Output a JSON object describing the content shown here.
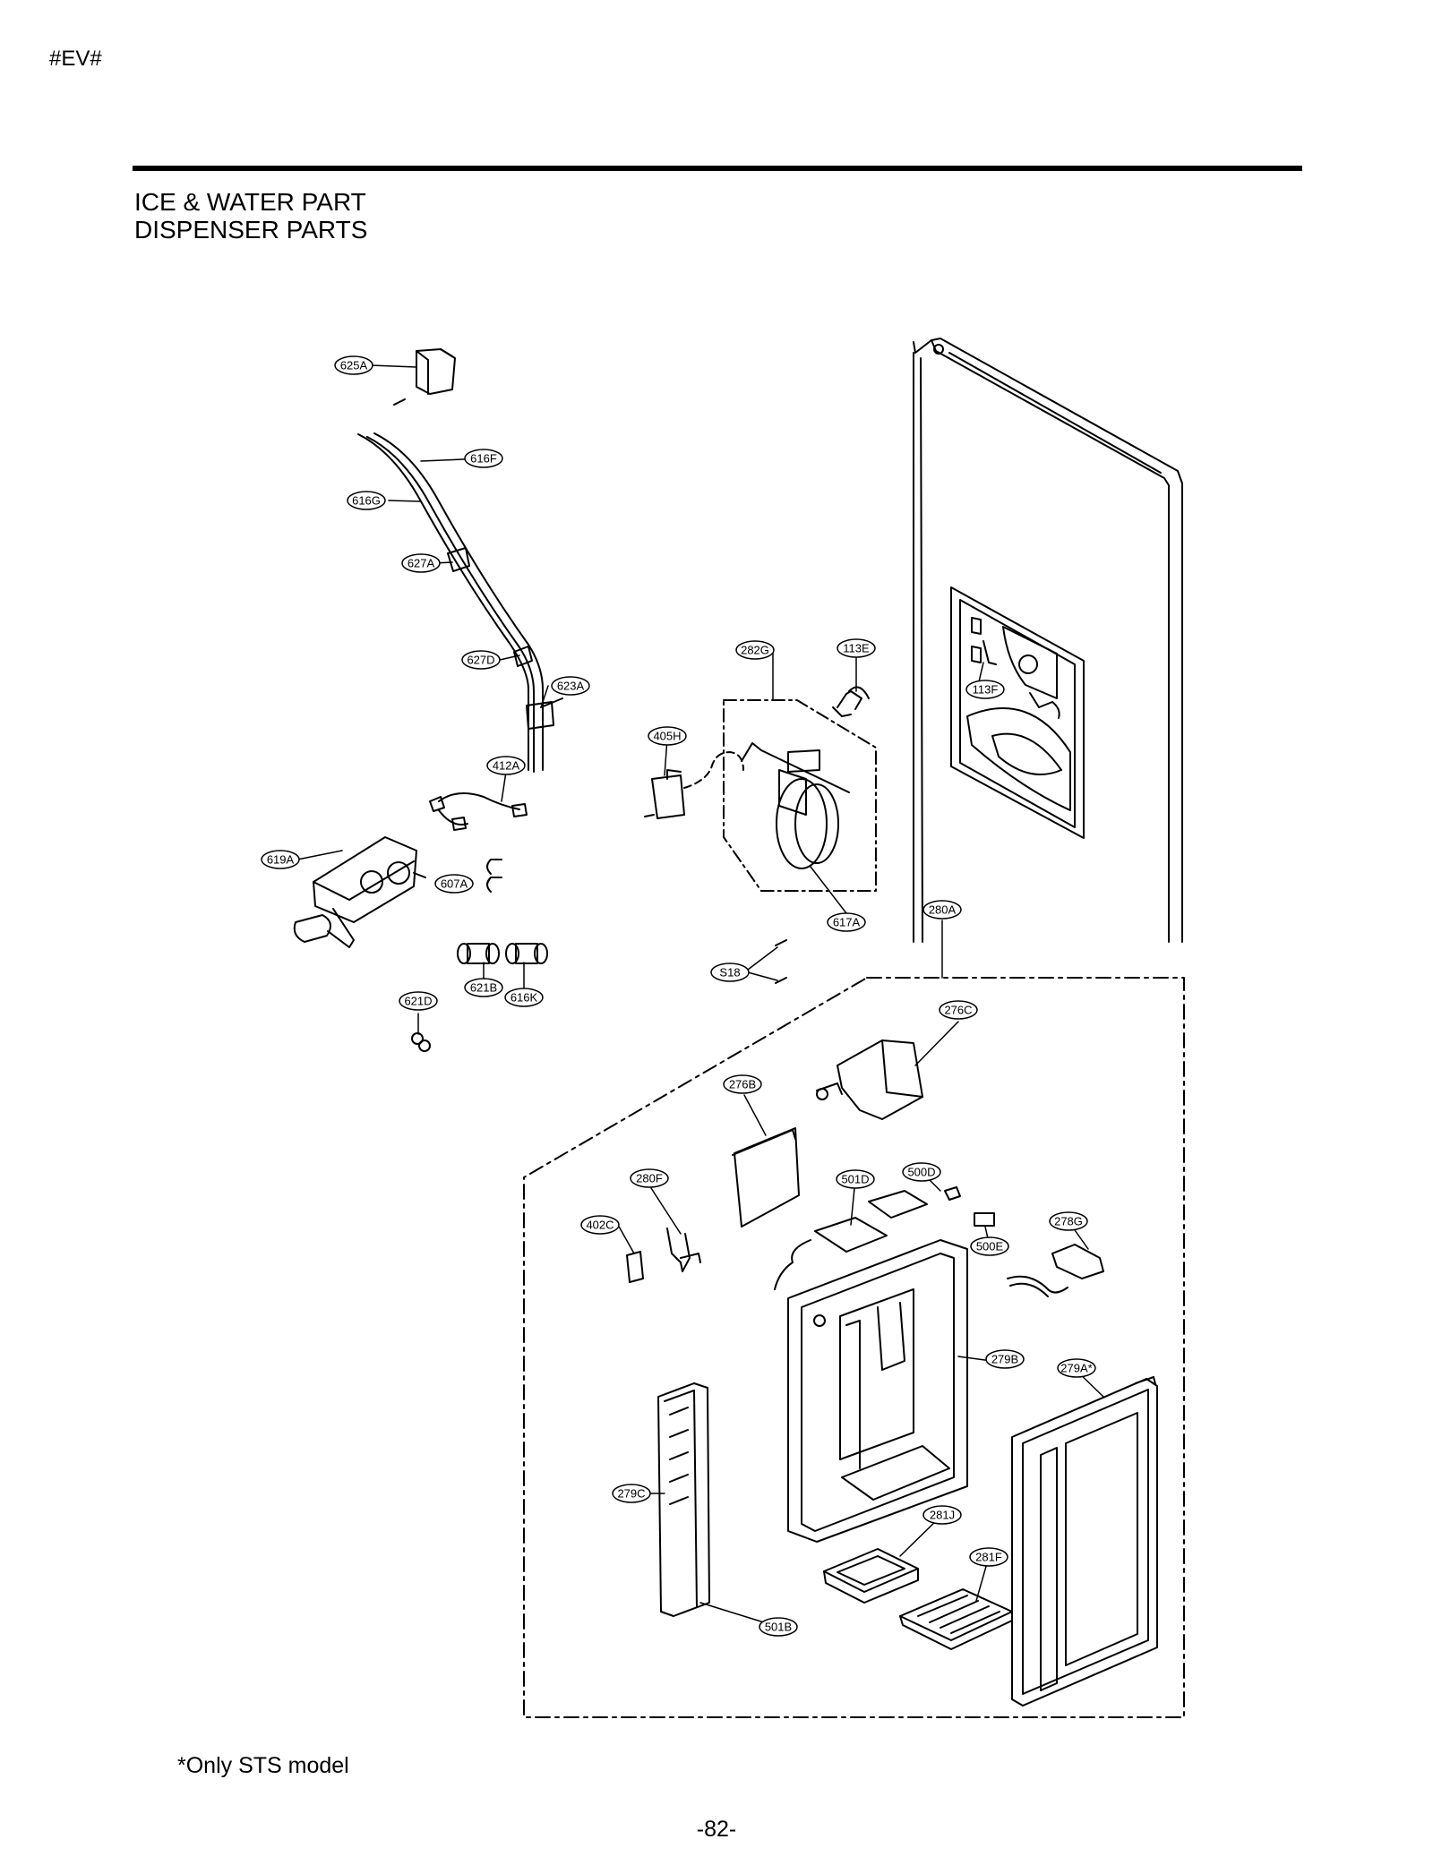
{
  "header": {
    "model_code": "#EV#"
  },
  "section": {
    "title": "ICE & WATER PART",
    "subtitle": "DISPENSER PARTS"
  },
  "callouts": [
    {
      "id": "625A",
      "label": "625A"
    },
    {
      "id": "616F",
      "label": "616F"
    },
    {
      "id": "616G",
      "label": "616G"
    },
    {
      "id": "627A",
      "label": "627A"
    },
    {
      "id": "627D",
      "label": "627D"
    },
    {
      "id": "623A",
      "label": "623A"
    },
    {
      "id": "412A",
      "label": "412A"
    },
    {
      "id": "619A",
      "label": "619A"
    },
    {
      "id": "607A",
      "label": "607A"
    },
    {
      "id": "621B",
      "label": "621B"
    },
    {
      "id": "616K",
      "label": "616K"
    },
    {
      "id": "621D",
      "label": "621D"
    },
    {
      "id": "282G",
      "label": "282G"
    },
    {
      "id": "113E",
      "label": "113E"
    },
    {
      "id": "113F",
      "label": "113F"
    },
    {
      "id": "405H",
      "label": "405H"
    },
    {
      "id": "617A",
      "label": "617A"
    },
    {
      "id": "280A",
      "label": "280A"
    },
    {
      "id": "S18",
      "label": "S18"
    },
    {
      "id": "276C",
      "label": "276C"
    },
    {
      "id": "276B",
      "label": "276B"
    },
    {
      "id": "280F",
      "label": "280F"
    },
    {
      "id": "501D",
      "label": "501D"
    },
    {
      "id": "500D",
      "label": "500D"
    },
    {
      "id": "402C",
      "label": "402C"
    },
    {
      "id": "278G",
      "label": "278G"
    },
    {
      "id": "500E",
      "label": "500E"
    },
    {
      "id": "279B",
      "label": "279B"
    },
    {
      "id": "279A",
      "label": "279A*"
    },
    {
      "id": "279C",
      "label": "279C"
    },
    {
      "id": "281J",
      "label": "281J"
    },
    {
      "id": "281F",
      "label": "281F"
    },
    {
      "id": "501B",
      "label": "501B"
    }
  ],
  "footer": {
    "note": "*Only STS model",
    "page_number": "-82-"
  }
}
